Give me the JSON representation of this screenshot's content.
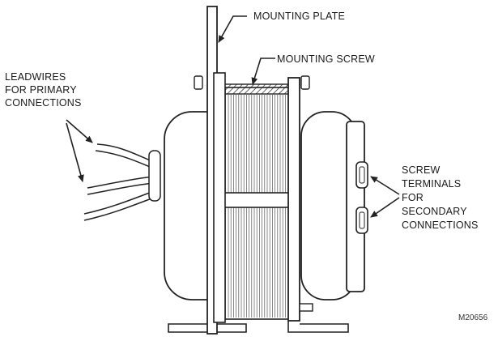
{
  "labels": {
    "mounting_plate": "MOUNTING PLATE",
    "mounting_screw": "MOUNTING SCREW",
    "leadwires": [
      "LEADWIRES",
      "FOR PRIMARY",
      "CONNECTIONS"
    ],
    "screw_terminals": [
      "SCREW",
      "TERMINALS",
      "FOR",
      "SECONDARY",
      "CONNECTIONS"
    ],
    "figure_id": "M20656"
  }
}
